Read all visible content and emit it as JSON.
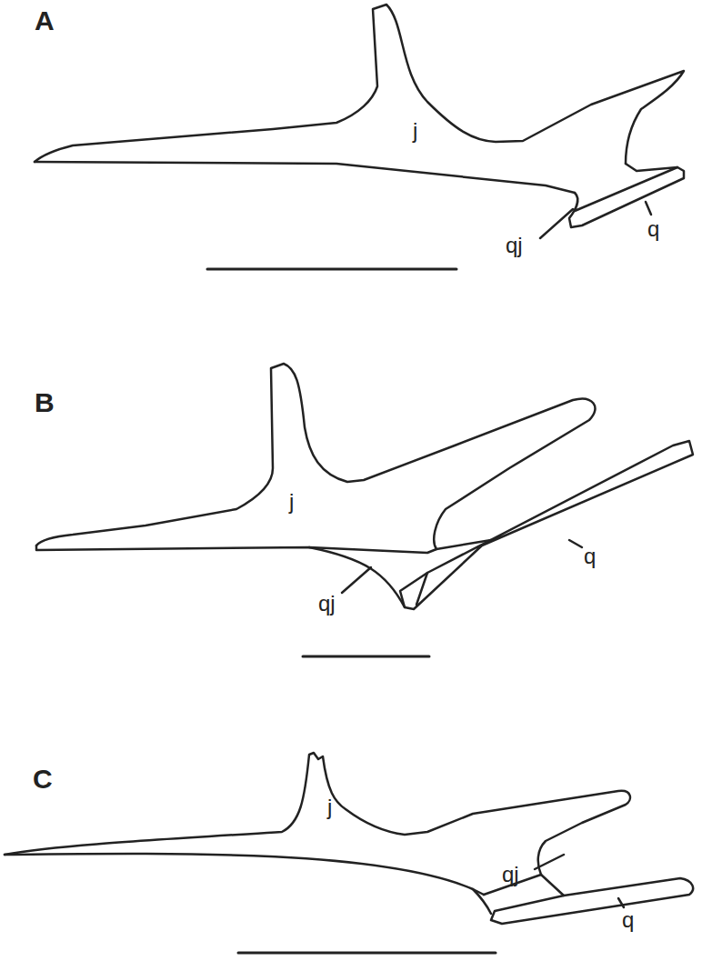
{
  "diagram": {
    "labels": [
      "A",
      "j",
      "qj",
      "q",
      "B",
      "j",
      "qj",
      "q",
      "C",
      "j",
      "qj",
      "q"
    ]
  }
}
